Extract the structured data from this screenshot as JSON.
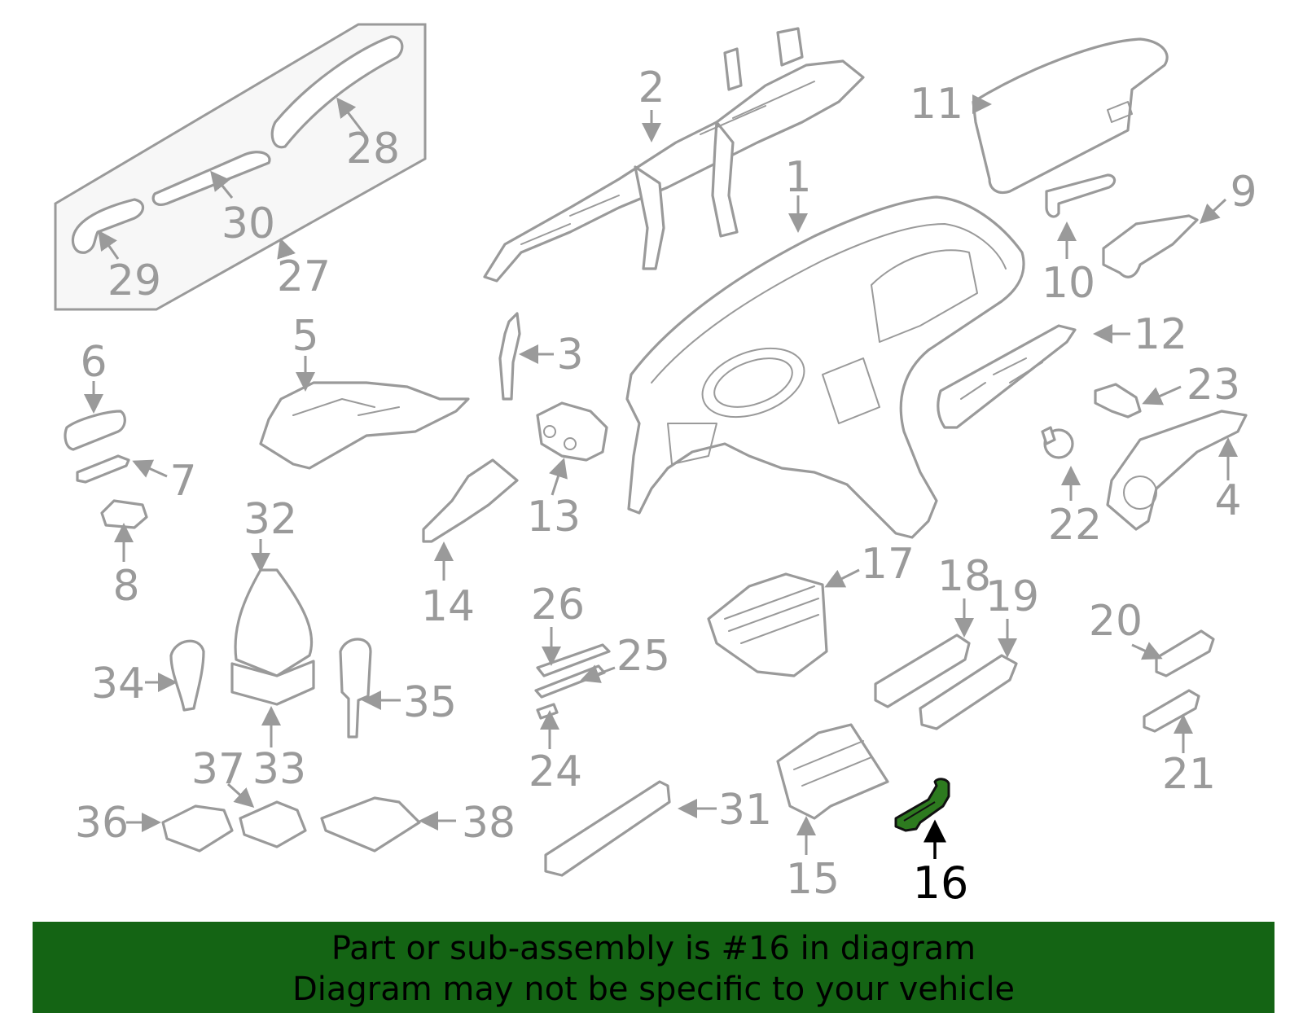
{
  "diagram": {
    "callouts": [
      "1",
      "2",
      "3",
      "4",
      "5",
      "6",
      "7",
      "8",
      "9",
      "10",
      "11",
      "12",
      "13",
      "14",
      "15",
      "16",
      "17",
      "18",
      "19",
      "20",
      "21",
      "22",
      "23",
      "24",
      "25",
      "26",
      "27",
      "28",
      "29",
      "30",
      "31",
      "32",
      "33",
      "34",
      "35",
      "36",
      "37",
      "38"
    ],
    "highlighted_callout": "16",
    "colors": {
      "line": "#9a9a9a",
      "highlight_fill": "#2d7a1f",
      "highlight_label": "#000000",
      "kit_panel": "#f7f7f7"
    }
  },
  "banner": {
    "line1": "Part or sub-assembly is #16 in diagram",
    "line2": "Diagram may not be specific to your vehicle",
    "background": "#146414"
  }
}
